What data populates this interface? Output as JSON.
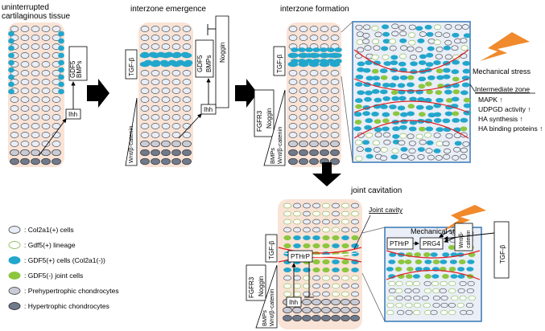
{
  "stage_titles": {
    "s1": "uninterrupted\ncartilaginous tissue",
    "s2": "interzone emergence",
    "s3": "interzone formation",
    "s4": "joint cavitation"
  },
  "factors": {
    "bmps": "BMPs",
    "gdf5": "GDF5",
    "ihh": "Ihh",
    "tgfb": "TGF-β",
    "noggin": "Noggin",
    "wnt": "Wnt/β-catenin",
    "fgfr3": "FGFR3",
    "pthrp": "PTHrP",
    "prg4": "PRG4",
    "wnt_beta": "Wnt/β-",
    "catenin": "catenin"
  },
  "mechanical_stress": "Mechanical stress",
  "joint_cavity": "Joint cavity",
  "intermediate_zone": {
    "title": "Intermediate zone",
    "items": [
      "MAPK ↑",
      "UDPGD activity ↑",
      "HA synthesis ↑",
      "HA binding proteins ↑"
    ]
  },
  "legend": [
    {
      "label": ": Col2a1(+) cells",
      "fill": "#e8eef8",
      "stroke": "#555555"
    },
    {
      "label": ": Gdf5(+) lineage",
      "fill": "#ffffff",
      "stroke": "#8fbf5a"
    },
    {
      "label": ": GDF5(+) cells (Col2a1(-))",
      "fill": "#22a6cc",
      "stroke": "#22a6cc"
    },
    {
      "label": ": GDF5(-) joint cells",
      "fill": "#8cc63f",
      "stroke": "#8cc63f"
    },
    {
      "label": ": Prehypertrophic chondrocytes",
      "fill": "#c9ccd6",
      "stroke": "#555555"
    },
    {
      "label": ": Hypertrophic chondrocytes",
      "fill": "#6f7a8c",
      "stroke": "#333333"
    }
  ],
  "colors": {
    "tissue": "#f9e3d6",
    "zoom_bg": "#e9eef7",
    "blue": "#22a6cc",
    "green": "#8cc63f",
    "red": "#e02020",
    "orange": "#f08a2c"
  }
}
